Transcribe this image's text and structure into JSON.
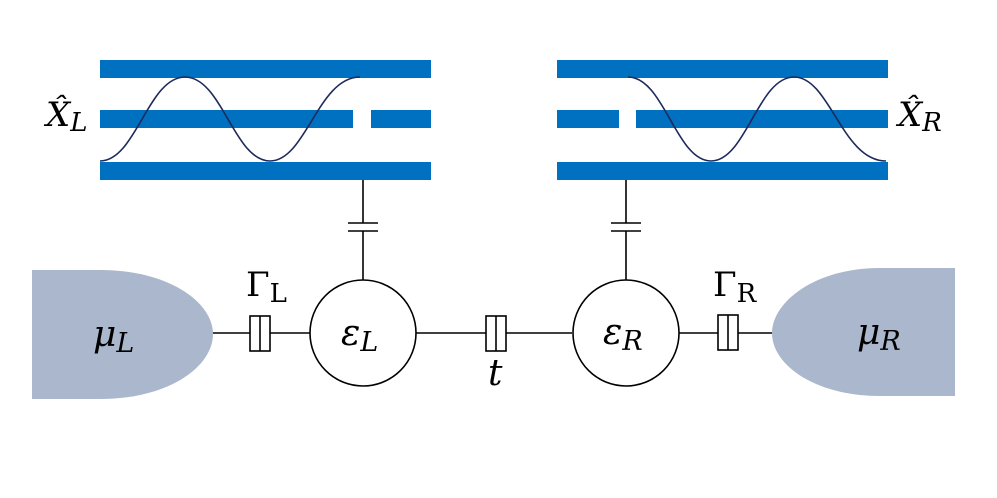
{
  "colors": {
    "resonator": "#0070C0",
    "wave": "#1F2A5C",
    "lead": "#AAB7CC",
    "line": "#000000",
    "background": "#FFFFFF"
  },
  "left_resonator": {
    "symbol": "X̂",
    "subscript": "L"
  },
  "right_resonator": {
    "symbol": "X̂",
    "subscript": "R"
  },
  "left_lead": {
    "symbol": "μ",
    "subscript": "L"
  },
  "right_lead": {
    "symbol": "μ",
    "subscript": "R"
  },
  "left_dot": {
    "symbol": "ε",
    "subscript": "L"
  },
  "right_dot": {
    "symbol": "ε",
    "subscript": "R"
  },
  "left_tunnel": {
    "symbol": "Γ",
    "subscript": "L"
  },
  "right_tunnel": {
    "symbol": "Γ",
    "subscript": "R"
  },
  "interdot_tunnel": {
    "symbol": "t"
  }
}
